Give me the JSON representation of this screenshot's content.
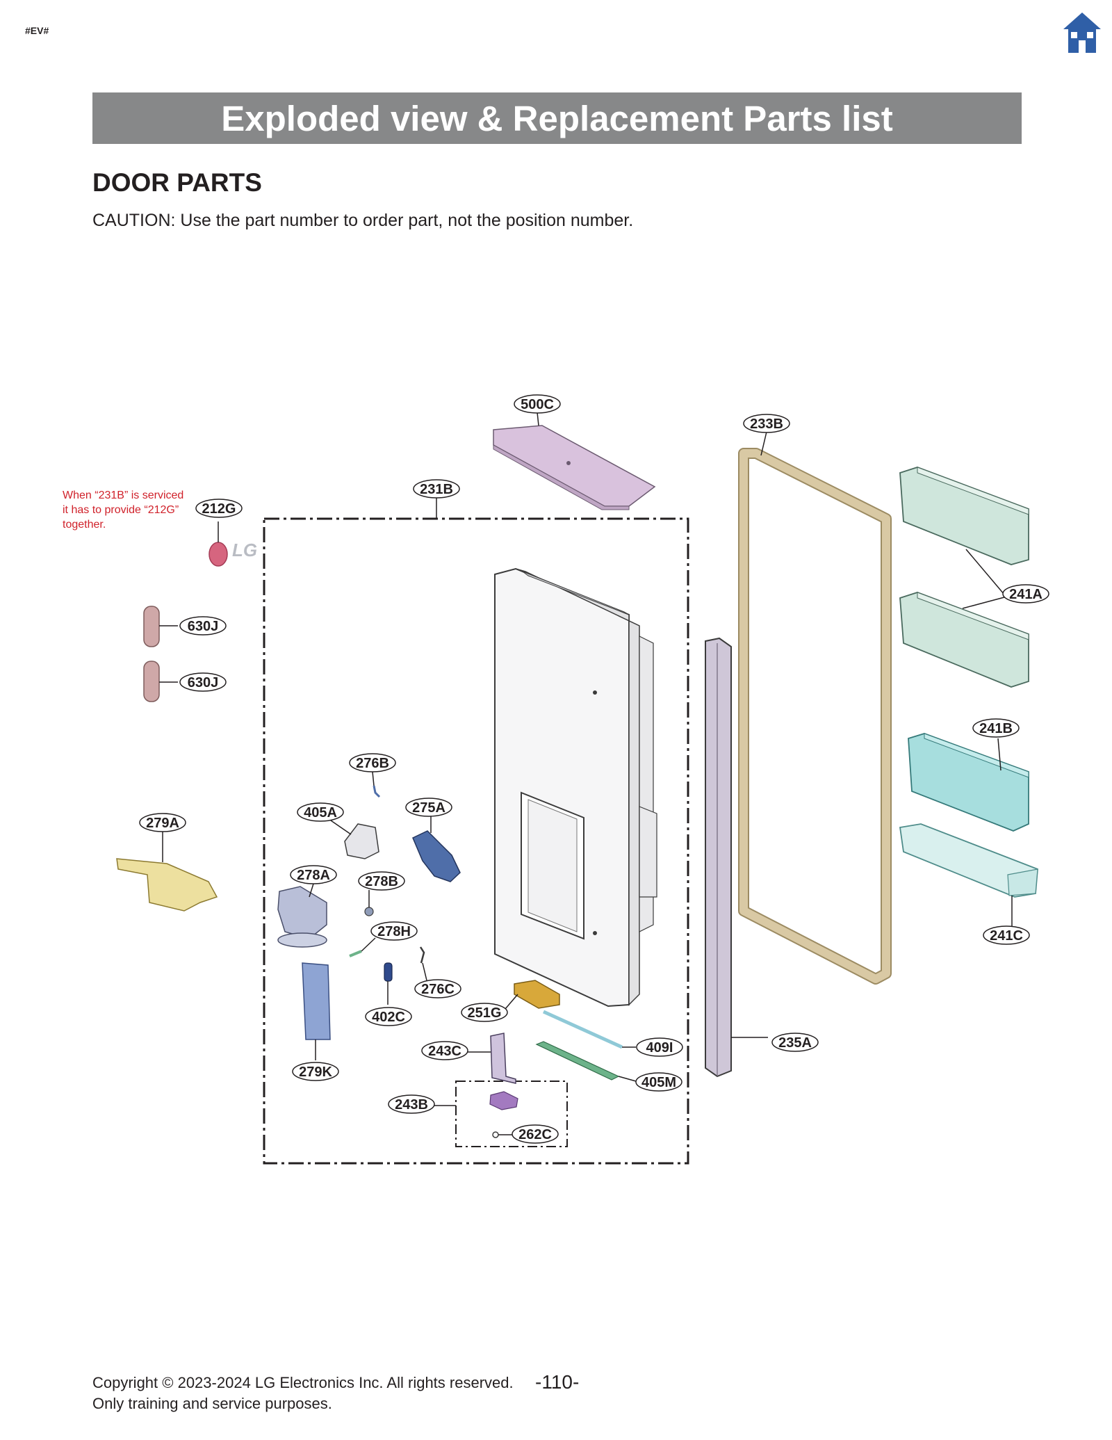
{
  "header": {
    "tag": "#EV#",
    "title": "Exploded view & Replacement Parts list",
    "home_icon": "home-icon",
    "home_color": "#2f5fa7"
  },
  "section": {
    "title": "DOOR PARTS",
    "caution": "CAUTION: Use the part number to order part, not the position number."
  },
  "diagram": {
    "note_lines": [
      "When “231B” is serviced",
      "it has to provide “212G”",
      "together."
    ],
    "logo_text": "LG",
    "labels": {
      "500C": "500C",
      "233B": "233B",
      "231B": "231B",
      "212G": "212G",
      "630J_a": "630J",
      "630J_b": "630J",
      "241A": "241A",
      "241B": "241B",
      "241C": "241C",
      "276B": "276B",
      "279A": "279A",
      "405A": "405A",
      "275A": "275A",
      "278A": "278A",
      "278B": "278B",
      "278H": "278H",
      "276C": "276C",
      "402C": "402C",
      "251G": "251G",
      "409I": "409I",
      "235A": "235A",
      "243C": "243C",
      "279K": "279K",
      "405M": "405M",
      "243B": "243B",
      "262C": "262C"
    },
    "colors": {
      "gasket": "#d9c9a4",
      "cover_500C": "#d9c2dd",
      "bin": "#cfe6dc",
      "bin_blue": "#a7dede",
      "bin_c": "#d9f0ee",
      "dispenser_part": "#4f6ea9",
      "cover_279K": "#8ea4d3",
      "lever_279A": "#ede09f",
      "bracket_251G": "#d8a83a",
      "strip_409I": "#8fc9d7",
      "strip_405M": "#6db38a",
      "part_243B": "#a37ac0",
      "logo": "#d6657f",
      "pad_630J": "#cfa8a8",
      "hinge_235A": "#cfc7d8"
    }
  },
  "footer": {
    "copyright": "Copyright © 2023-2024 LG Electronics Inc. All rights reserved.",
    "note": "Only training and service purposes.",
    "page": "-110-"
  }
}
